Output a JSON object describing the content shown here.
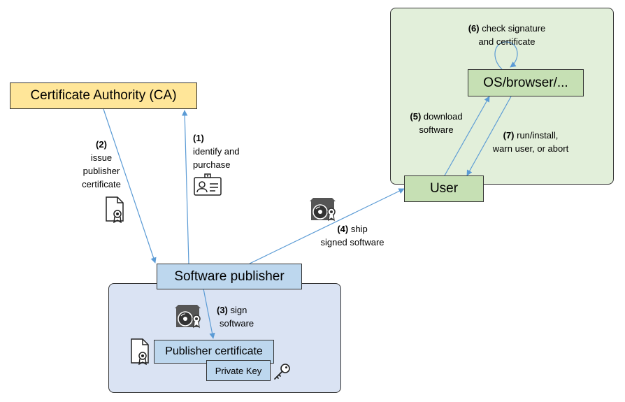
{
  "nodes": {
    "ca": "Certificate Authority (CA)",
    "publisher": "Software publisher",
    "user": "User",
    "os": "OS/browser/...",
    "pub_cert": "Publisher certificate",
    "private_key": "Private Key"
  },
  "steps": {
    "s1": {
      "num": "(1)",
      "l1": "identify and",
      "l2": "purchase"
    },
    "s2": {
      "num": "(2)",
      "l1": "issue",
      "l2": "publisher",
      "l3": "certificate"
    },
    "s3": {
      "num": "(3)",
      "l1": "sign",
      "l2": "software"
    },
    "s4": {
      "num": "(4)",
      "l1": "ship",
      "l2": "signed software"
    },
    "s5": {
      "num": "(5)",
      "l1": "download",
      "l2": "software"
    },
    "s6": {
      "num": "(6)",
      "l1": "check signature",
      "l2": "and certificate"
    },
    "s7": {
      "num": "(7)",
      "l1": "run/install,",
      "l2": "warn user, or abort"
    }
  },
  "colors": {
    "ca_fill": "#ffe699",
    "publisher_region": "#dae3f3",
    "publisher_node": "#bdd7ee",
    "user_region": "#e2efda",
    "user_node": "#c6e0b4",
    "arrow": "#5b9bd5"
  },
  "icons": [
    "certificate-icon",
    "id-card-icon",
    "software-package-icon",
    "key-icon"
  ]
}
